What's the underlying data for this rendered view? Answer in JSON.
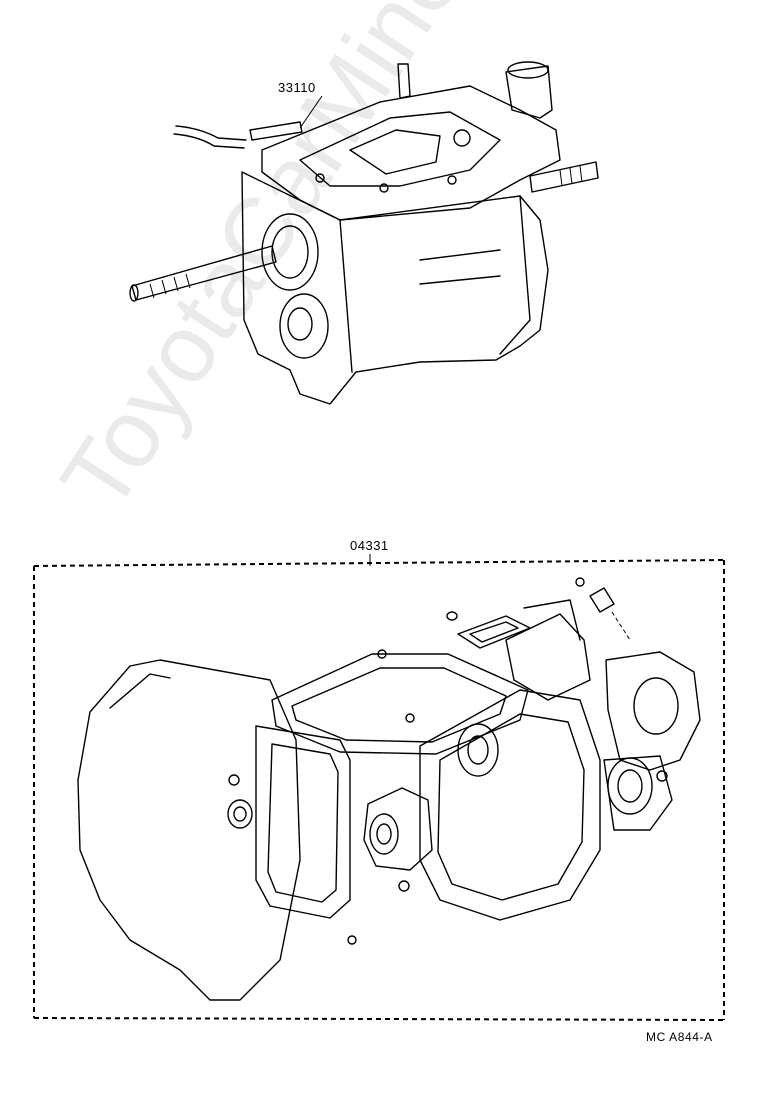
{
  "labels": {
    "transmission_assembly": "33110",
    "gasket_kit": "04331",
    "figure_code": "MC A844-A",
    "watermark": "ToyotaCarMine.ru"
  }
}
